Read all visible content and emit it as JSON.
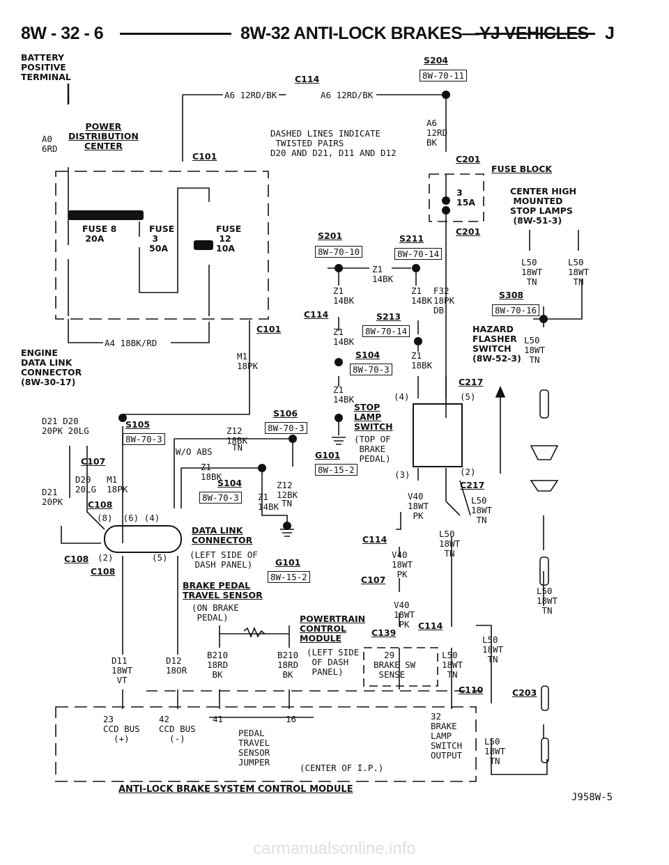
{
  "header": {
    "page_number": "8W - 32 - 6",
    "title": "8W-32 ANTI-LOCK BRAKES—YJ VEHICLES",
    "section_letter": "J"
  },
  "labels": {
    "battery": "BATTERY\nPOSITIVE\nTERMINAL",
    "s204": "S204",
    "ref_s204": "8W-70-11",
    "c114_top": "C114",
    "wire_a6_left": "A6 12RD/BK",
    "wire_a6_right": "A6 12RD/BK",
    "a0": "A0\n6RD",
    "pdc": "POWER\nDISTRIBUTION\nCENTER",
    "c101_top": "C101",
    "dashed_note": "DASHED LINES INDICATE\n TWISTED PAIRS\nD20 AND D21, D11 AND D12",
    "a6_right": "A6\n12RD\nBK",
    "c201_top": "C201",
    "fuse_block": "FUSE BLOCK",
    "fuse3_15a": "3\n15A",
    "c201_bottom": "C201",
    "chmsl": "CENTER HIGH\n MOUNTED\nSTOP LAMPS\n (8W-51-3)",
    "fuse8": "FUSE 8\n 20A",
    "fuse3_50a": "FUSE\n 3\n50A",
    "fuse12": "FUSE\n 12\n10A",
    "s201": "S201",
    "ref_s201": "8W-70-10",
    "s211": "S211",
    "ref_s211": "8W-70-14",
    "z1_14bk_a": "Z1\n14BK",
    "z1_14bk_b": "Z1\n14BK",
    "z1_14bk_c": "Z1\n14BK",
    "f32": "F32\n18PK\nDB",
    "l50_chmsl_left": "L50\n18WT\n TN",
    "l50_chmsl_right": "L50\n18WT\n TN",
    "s308": "S308",
    "ref_s308": "8W-70-16",
    "c114_mid": "C114",
    "s213": "S213",
    "ref_s213": "8W-70-14",
    "a4": "A4 18BK/RD",
    "c101_mid": "C101",
    "hazard": "HAZARD\nFLASHER\nSWITCH\n(8W-52-3)",
    "l50_hazard": "L50\n18WT\n TN",
    "edlc": "ENGINE\nDATA LINK\nCONNECTOR\n(8W-30-17)",
    "m1_top": "M1\n18PK",
    "z1_14bk_d": "Z1\n14BK",
    "s104_top": "S104",
    "ref_s104_top": "8W-70-3",
    "z1_18bk_a": "Z1\n18BK",
    "c217_top": "C217",
    "d21_d20": "D21 D20\n20PK 20LG",
    "s105": "S105",
    "ref_s105": "8W-70-3",
    "s106": "S106",
    "ref_s106": "8W-70-3",
    "z1_14bk_e": "Z1\n14BK",
    "pin4": "(4)",
    "pin5": "(5)",
    "stop_lamp": "STOP\nLAMP\nSWITCH",
    "stop_lamp_loc": "(TOP OF\n BRAKE\n PEDAL)",
    "z12_18bk": "Z12\n18BK",
    "wo_abs": "W/O ABS",
    "tn": "TN",
    "c107_top": "C107",
    "g101_left": "G101",
    "ref_g101_left": "8W-15-2",
    "pin3": "(3)",
    "pin2": "(2)",
    "z1_18bk_b": "Z1\n18BK",
    "s104_mid": "S104",
    "ref_s104_mid": "8W-70-3",
    "z12_12bk": "Z12\n12BK",
    "z1_14bk_tn": "Z1\n14BK",
    "tn_b": "TN",
    "c217_bottom": "C217",
    "d20_m1": "D20   M1\n20LG  18PK",
    "d21": "D21\n20PK",
    "c108_top": "C108",
    "v40_a": "V40\n18WT\n PK",
    "l50_c217": "L50\n18WT\n TN",
    "pins_864": "(8)  (6) (4)",
    "data_link": "DATA LINK\nCONNECTOR",
    "data_link_loc": "(LEFT SIDE OF\n DASH PANEL)",
    "c114_lower": "C114",
    "l50_lower": "L50\n18WT\n TN",
    "c108_left": "C108",
    "pin2_dl": "(2)",
    "pin5_dl": "(5)",
    "g101_mid": "G101",
    "ref_g101_mid": "8W-15-2",
    "v40_b": "V40\n18WT\n PK",
    "c108_bottom": "C108",
    "c107_bottom": "C107",
    "brake_pedal": "BRAKE PEDAL\nTRAVEL SENSOR",
    "brake_pedal_loc": "(ON BRAKE\n PEDAL)",
    "v40_c": "V40\n18WT\n PK",
    "pcm": "POWERTRAIN\nCONTROL\nMODULE",
    "pcm_loc": "(LEFT SIDE\n OF DASH\n PANEL)",
    "c139": "C139",
    "c114_pcm": "C114",
    "l50_right_a": "L50\n18WT\n TN",
    "l50_right_b": "L50\n18WT\n TN",
    "d11": "D11\n18WT\n VT",
    "d12": "D12\n18OR",
    "b210_a": "B210\n18RD\n BK",
    "b210_b": "B210\n18RD\n BK",
    "brake_sw_sense": "  29\nBRAKE SW\n SENSE",
    "l50_right_c": "L50\n18WT\n TN",
    "c110": "C110",
    "c203": "C203",
    "pin23": "23\nCCD BUS\n  (+)",
    "pin42": "42\nCCD BUS\n  (-)",
    "pin41": "41",
    "pin16": "16",
    "pedal_travel_jumper": "PEDAL\nTRAVEL\nSENSOR\nJUMPER",
    "center_ip": "(CENTER OF I.P.)",
    "pin32": "32\nBRAKE\nLAMP\nSWITCH\nOUTPUT",
    "l50_bottom": "L50\n18WT\n TN",
    "abs_module": "ANTI-LOCK BRAKE SYSTEM CONTROL MODULE",
    "fig_id": "J958W-5"
  },
  "watermark": "carmanualsonline.info"
}
